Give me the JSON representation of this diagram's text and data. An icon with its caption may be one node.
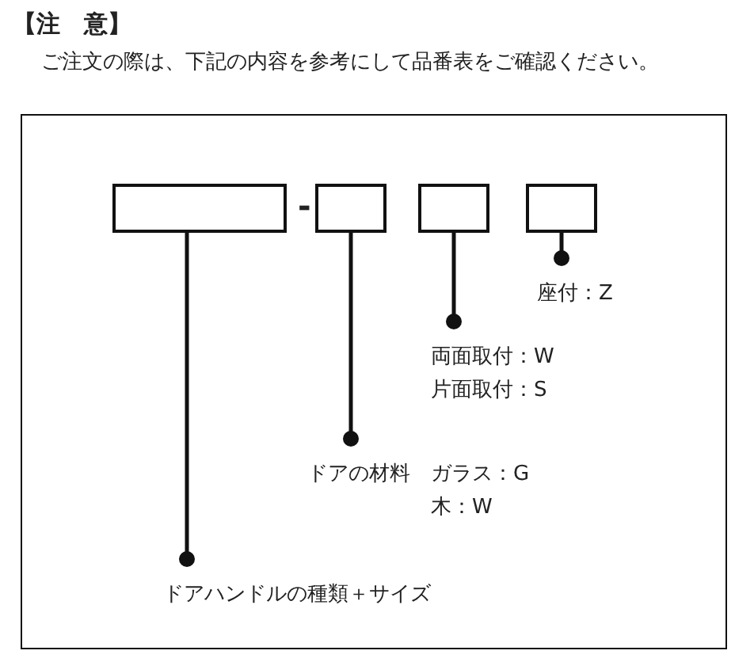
{
  "diagram": {
    "title": "【注　意】",
    "nodes": [
      {
        "text": [],
        "shape": "box"
      },
      {
        "text": [],
        "shape": "box",
        "in": 0
      },
      {
        "text": [],
        "shape": "box",
        "in": 0
      },
      {
        "text": [],
        "shape": "box",
        "in": 0
      },
      {
        "text": [],
        "shape": "box",
        "in": 0
      },
      {
        "text": [
          "座付：Z"
        ],
        "in": 0
      },
      {
        "text": [
          "両面取付：W",
          "片面取付：S"
        ],
        "in": 0
      },
      {
        "text": [
          "ドアの材料",
          "ガラス：G",
          "木：W"
        ],
        "in": 0
      },
      {
        "text": [
          "ドアハンドルの種類＋サイズ"
        ],
        "in": 0
      }
    ],
    "edges": [
      {
        "from": 4,
        "to": 5,
        "arrow": "other"
      },
      {
        "from": 3,
        "to": 6,
        "arrow": "other"
      },
      {
        "from": 2,
        "to": 7,
        "arrow": "other"
      },
      {
        "from": 1,
        "to": 8,
        "arrow": "other"
      }
    ],
    "labels": [
      "ご注文の際は、下記の内容を参考にして品番表をご確認ください。",
      "-"
    ]
  }
}
